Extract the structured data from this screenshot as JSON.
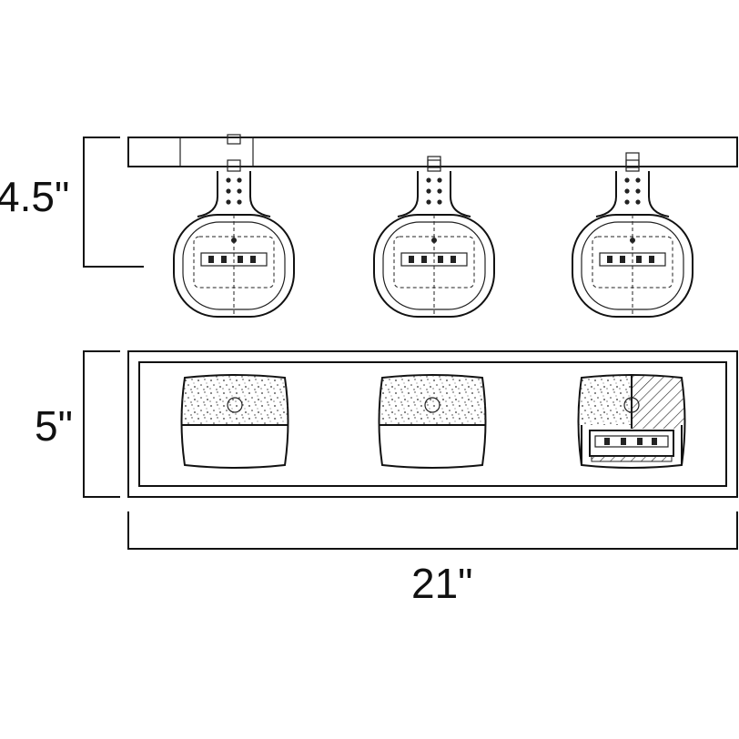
{
  "dimensions": {
    "height_side": "4.5\"",
    "height_front": "5\"",
    "width": "21\""
  },
  "views": {
    "side": {
      "fixture_count": 3
    },
    "front": {
      "fixture_count": 3,
      "cutaway_index": 2
    }
  }
}
